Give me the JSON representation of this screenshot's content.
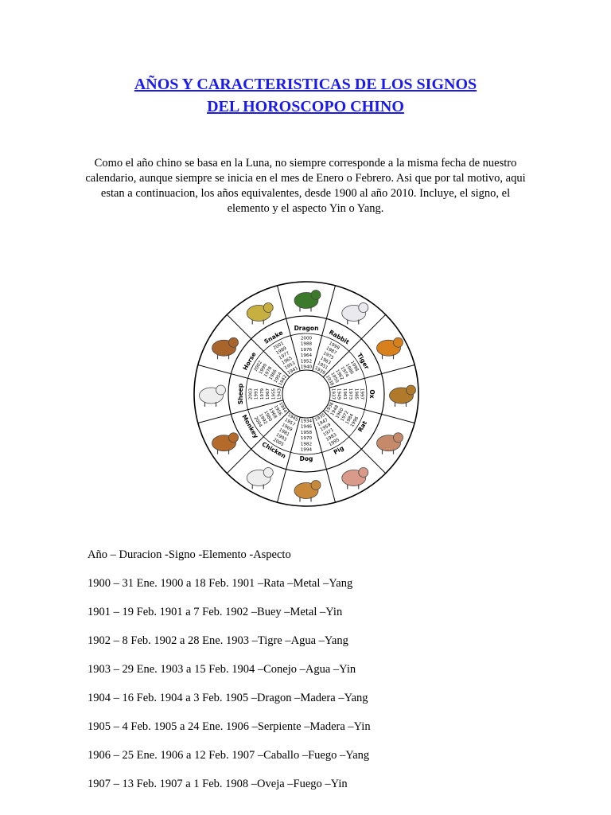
{
  "title_line1": "AÑOS Y CARACTERISTICAS DE LOS SIGNOS",
  "title_line2": "DEL HOROSCOPO CHINO",
  "intro": "Como el año chino se basa en la Luna, no siempre corresponde a la misma fecha de nuestro calendario, aunque siempre se inicia en el mes de Enero o Febrero. Asi que por tal motivo, aqui estan a continuacion, los años equivalentes, desde 1900 al año 2010. Incluye, el signo, el elemento y el aspecto Yin o Yang.",
  "wheel": {
    "signs": [
      {
        "label": "Dragon",
        "years": [
          "2000",
          "1988",
          "1976",
          "1964",
          "1952",
          "1940"
        ]
      },
      {
        "label": "Rabbit",
        "years": [
          "1999",
          "1987",
          "1975",
          "1963",
          "1951",
          "1939"
        ]
      },
      {
        "label": "Tiger",
        "years": [
          "1998",
          "1986",
          "1974",
          "1962",
          "1950",
          "1938"
        ]
      },
      {
        "label": "Ox",
        "years": [
          "1997",
          "1985",
          "1973",
          "1961",
          "1949",
          "1937"
        ]
      },
      {
        "label": "Rat",
        "years": [
          "1996",
          "1984",
          "1972",
          "1960",
          "1948",
          "1936"
        ]
      },
      {
        "label": "Pig",
        "years": [
          "1995",
          "1983",
          "1971",
          "1959",
          "1947",
          "1935"
        ]
      },
      {
        "label": "Dog",
        "years": [
          "1994",
          "1982",
          "1970",
          "1958",
          "1946",
          "1934"
        ]
      },
      {
        "label": "Chicken",
        "years": [
          "2005",
          "1993",
          "1981",
          "1969",
          "1957",
          "1945"
        ]
      },
      {
        "label": "Monkey",
        "years": [
          "2004",
          "1992",
          "1980",
          "1968",
          "1956",
          "1944"
        ]
      },
      {
        "label": "Sheep",
        "years": [
          "2003",
          "1991",
          "1979",
          "1967",
          "1955",
          "1943"
        ]
      },
      {
        "label": "Horse",
        "years": [
          "2002",
          "1990",
          "1978",
          "1966",
          "1954",
          "1942"
        ]
      },
      {
        "label": "Snake",
        "years": [
          "2001",
          "1989",
          "1977",
          "1965",
          "1953",
          "1941"
        ]
      }
    ],
    "animal_icons": [
      "dragon-icon",
      "rabbit-icon",
      "tiger-icon",
      "ox-icon",
      "rat-icon",
      "pig-icon",
      "dog-icon",
      "rooster-icon",
      "monkey-icon",
      "sheep-icon",
      "horse-icon",
      "snake-icon"
    ]
  },
  "table": {
    "header": "Año – Duracion -Signo -Elemento -Aspecto",
    "rows": [
      "1900 – 31 Ene. 1900 a 18 Feb. 1901 –Rata –Metal –Yang",
      "1901 – 19 Feb. 1901 a 7 Feb. 1902 –Buey –Metal –Yin",
      "1902 – 8 Feb. 1902 a 28 Ene. 1903 –Tigre –Agua –Yang",
      "1903 – 29 Ene. 1903 a 15 Feb. 1904 –Conejo –Agua –Yin",
      "1904 – 16 Feb. 1904 a 3 Feb. 1905 –Dragon –Madera –Yang",
      "1905 – 4 Feb. 1905 a 24 Ene. 1906 –Serpiente –Madera –Yin",
      "1906 – 25 Ene. 1906 a 12 Feb. 1907 –Caballo –Fuego –Yang",
      "1907 – 13 Feb. 1907 a 1 Feb. 1908 –Oveja –Fuego –Yin"
    ]
  },
  "colors": {
    "title": "#1a1aee",
    "text": "#000000"
  }
}
